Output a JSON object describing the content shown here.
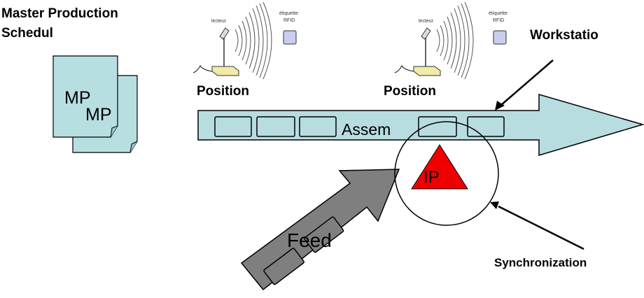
{
  "labels": {
    "master_production_line1": "Master Production",
    "master_production_line2": "Schedul",
    "mp_doc_back": "MP",
    "mp_doc_front": "MP",
    "workstation": "Workstatio",
    "position_left": "Position",
    "position_right": "Position",
    "assembly": "Assem",
    "inspection_point": "IP",
    "feed": "Feed",
    "synchronization": "Synchronization"
  },
  "rfid_icon": {
    "reader_label": "lecteur",
    "tag_label_line1": "étiquette",
    "tag_label_line2": "RFID"
  },
  "colors": {
    "assembly_arrow_fill": "#b8dde0",
    "document_fill": "#b7dfe2",
    "feed_arrow_fill": "#7f7f7f",
    "ip_triangle_fill": "#ee0000",
    "rfid_tag_fill": "#c9cdee",
    "rfid_base_fill": "#f2eaa8",
    "outline": "#000000"
  }
}
